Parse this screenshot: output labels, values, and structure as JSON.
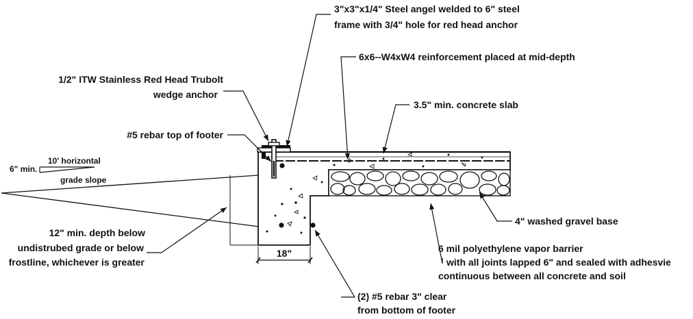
{
  "labels": {
    "steel_angle": {
      "line1": "3\"x3\"x1/4\" Steel angel welded to 6\" steel",
      "line2": "frame with 3/4\" hole for red head anchor"
    },
    "reinforcement": "6x6--W4xW4 reinforcement placed at mid-depth",
    "anchor": {
      "line1": "1/2\" ITW Stainless Red Head Trubolt",
      "line2": "wedge anchor"
    },
    "slab": "3.5\" min. concrete slab",
    "rebar_top": "#5 rebar top of footer",
    "grade": {
      "horizontal": "10' horizontal",
      "min": "6\" min.",
      "slope": "grade slope"
    },
    "gravel": "4\" washed gravel base",
    "depth": {
      "line1": "12\" min. depth below",
      "line2": "undistrubed grade or below",
      "line3": "frostline, whichever is greater"
    },
    "footer_width": "18\"",
    "vapor_barrier": {
      "line1": "6 mil polyethylene vapor barrier",
      "line2": "with all joints lapped 6\" and sealed with adhesvie",
      "line3": "continuous between all concrete and soil"
    },
    "rebar_bottom": {
      "line1": "(2) #5 rebar 3\" clear",
      "line2": "from bottom of footer"
    }
  },
  "colors": {
    "ink": "#111111",
    "background": "#ffffff"
  }
}
